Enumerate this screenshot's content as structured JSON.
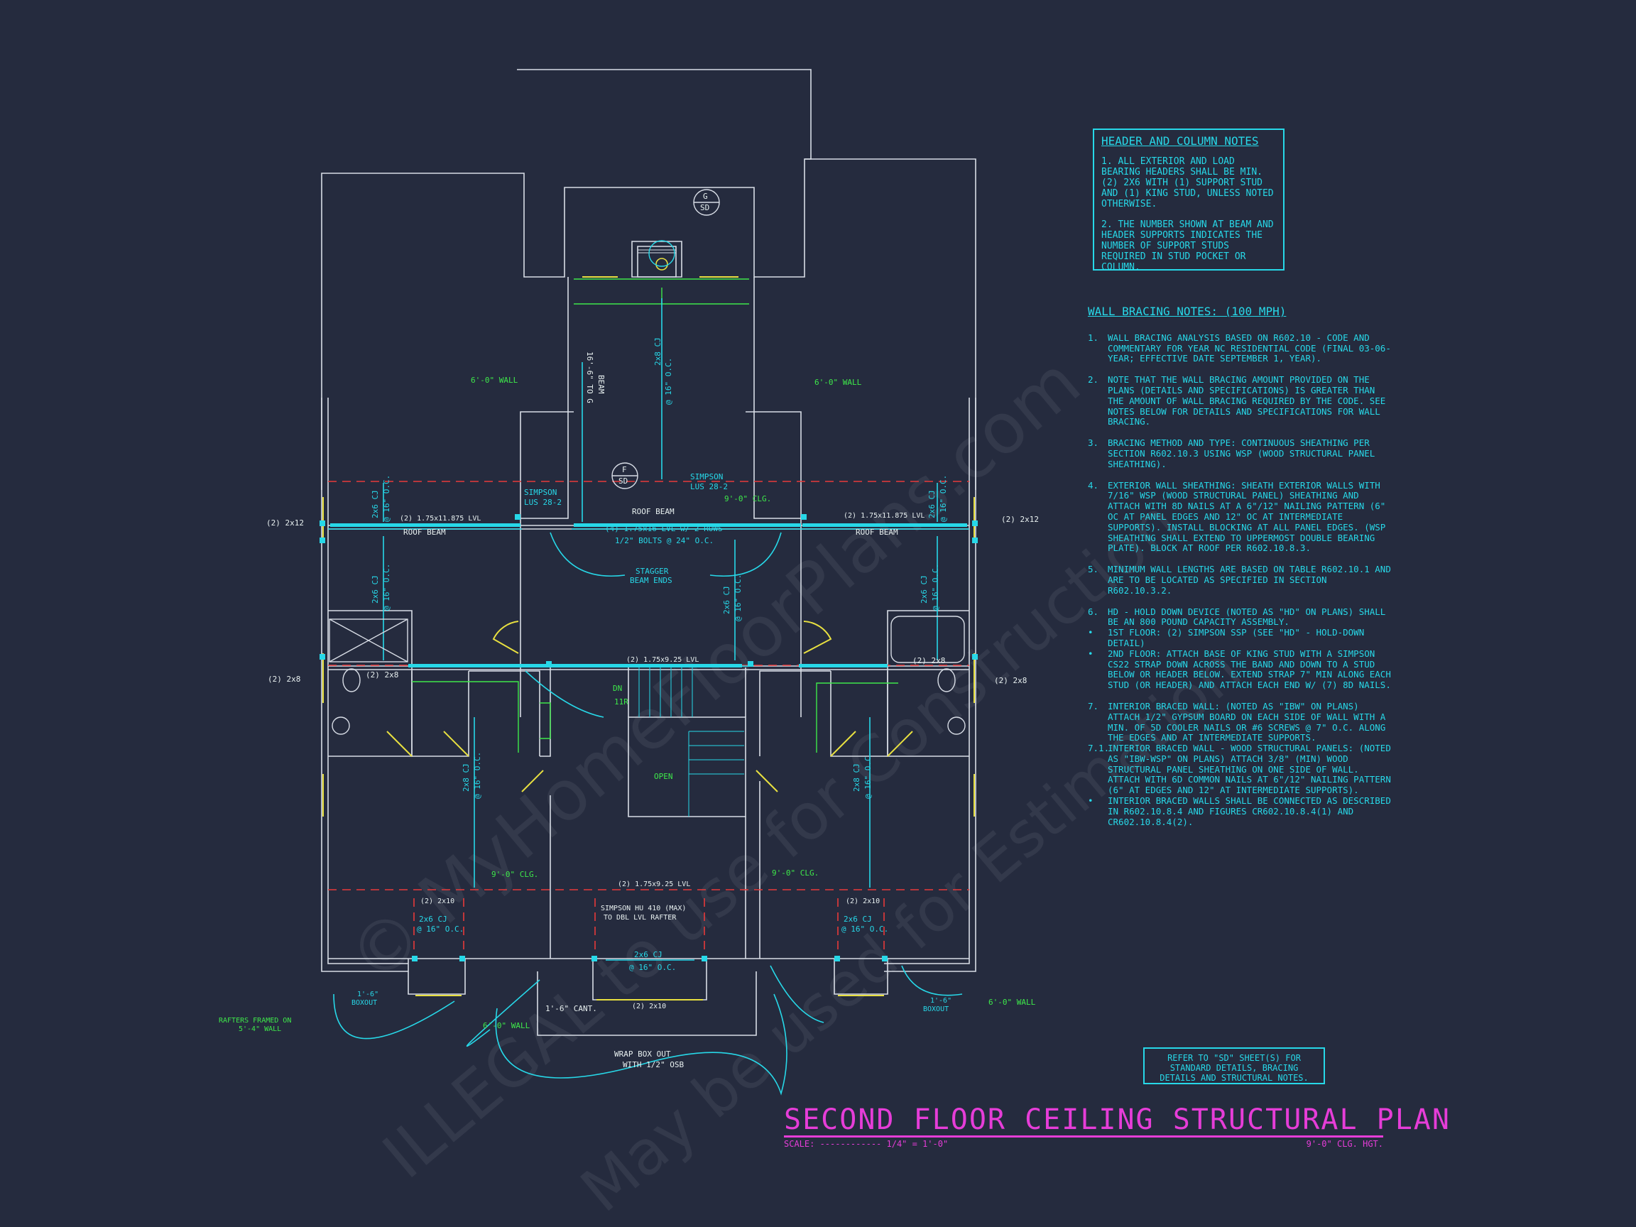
{
  "watermarks": {
    "line1": "© MyHomeFloorPlans.com",
    "line2": "ILLEGAL to use for Construction",
    "line3": "May be used for Estimation"
  },
  "header_notes": {
    "title": "HEADER AND COLUMN NOTES",
    "items": [
      "1. ALL EXTERIOR AND LOAD BEARING HEADERS SHALL BE MIN. (2) 2x6 WITH (1) SUPPORT STUD AND (1) KING STUD, UNLESS NOTED OTHERWISE.",
      "2. THE NUMBER SHOWN AT BEAM AND HEADER SUPPORTS INDICATES THE NUMBER OF SUPPORT STUDS REQUIRED IN STUD POCKET OR COLUMN."
    ]
  },
  "bracing_notes": {
    "title": "WALL BRACING NOTES: (100 MPH)",
    "items": [
      {
        "num": "1.",
        "text": "WALL BRACING ANALYSIS BASED ON R602.10 - CODE AND COMMENTARY FOR YEAR NC RESIDENTIAL CODE (FINAL 03-06-YEAR; EFFECTIVE DATE SEPTEMBER 1, YEAR)."
      },
      {
        "num": "2.",
        "text": "NOTE THAT THE WALL BRACING AMOUNT PROVIDED ON THE PLANS (DETAILS AND SPECIFICATIONS) IS GREATER THAN THE AMOUNT OF WALL BRACING REQUIRED BY THE CODE. SEE NOTES BELOW FOR DETAILS AND SPECIFICATIONS FOR WALL BRACING."
      },
      {
        "num": "3.",
        "text": "BRACING METHOD AND TYPE: CONTINUOUS SHEATHING PER SECTION R602.10.3 USING WSP (WOOD STRUCTURAL PANEL SHEATHING)."
      },
      {
        "num": "4.",
        "text": "EXTERIOR WALL SHEATHING: SHEATH EXTERIOR WALLS WITH 7/16\" WSP (WOOD STRUCTURAL PANEL) SHEATHING AND ATTACH WITH 8d NAILS AT A 6\"/12\" NAILING PATTERN (6\" OC AT PANEL EDGES AND 12\" OC AT INTERMEDIATE SUPPORTS). INSTALL BLOCKING AT ALL PANEL EDGES. (WSP SHEATHING SHALL EXTEND TO UPPERMOST DOUBLE BEARING PLATE). BLOCK AT ROOF PER R602.10.8.3."
      },
      {
        "num": "5.",
        "text": "MINIMUM WALL LENGTHS ARE BASED ON TABLE R602.10.1 AND ARE TO BE LOCATED AS SPECIFIED IN SECTION R602.10.3.2."
      },
      {
        "num": "6.",
        "text": "HD - HOLD DOWN DEVICE (NOTED AS \"HD\" ON PLANS) SHALL BE AN 800 POUND CAPACITY ASSEMBLY."
      },
      {
        "num": "•",
        "text": "1ST FLOOR: (2) SIMPSON SSP (SEE \"HD\" - HOLD-DOWN DETAIL)"
      },
      {
        "num": "•",
        "text": "2ND FLOOR: ATTACH BASE OF KING STUD WITH A SIMPSON CS22 STRAP DOWN ACROSS THE BAND AND DOWN TO A STUD BELOW OR HEADER BELOW. EXTEND STRAP 7\" MIN ALONG EACH STUD (OR HEADER) AND ATTACH EACH END W/ (7) 8d NAILS."
      },
      {
        "num": "7.",
        "text": "INTERIOR BRACED WALL: (NOTED AS \"IBW\" ON PLANS) ATTACH 1/2\" GYPSUM BOARD ON EACH SIDE OF WALL WITH A MIN. OF 5d COOLER NAILS OR #6 SCREWS @ 7\" O.C. ALONG THE EDGES AND AT INTERMEDIATE SUPPORTS."
      },
      {
        "num": "7.1.",
        "text": "INTERIOR BRACED WALL - WOOD STRUCTURAL PANELS: (NOTED AS \"IBW-WSP\" ON PLANS) ATTACH 3/8\" (MIN) WOOD STRUCTURAL PANEL SHEATHING ON ONE SIDE OF WALL. ATTACH WITH 6d COMMON NAILS AT 6\"/12\" NAILING PATTERN (6\" AT EDGES AND 12\" AT INTERMEDIATE SUPPORTS)."
      },
      {
        "num": "•",
        "text": "INTERIOR BRACED WALLS SHALL BE CONNECTED AS DESCRIBED IN R602.10.8.4 AND FIGURES CR602.10.8.4(1) AND CR602.10.8.4(2)."
      }
    ]
  },
  "refer_note": "REFER TO \"SD\" SHEET(S) FOR STANDARD DETAILS, BRACING DETAILS AND STRUCTURAL NOTES.",
  "title_block": {
    "title": "SECOND FLOOR CEILING STRUCTURAL PLAN",
    "scale": "SCALE: ------------ 1/4\" = 1'-0\"",
    "height": "9'-0\" CLG. HGT."
  },
  "plan_labels": {
    "six_wall": "6'-0\" WALL",
    "nine_clg": "9'-0\" CLG.",
    "roof_beam": "ROOF BEAM",
    "beam_lvl": "(2) 1.75x11.875 LVL",
    "lvl_925": "(2) 1.75x9.25 LVL",
    "two_2x12": "(2) 2x12",
    "two_2x8": "(2) 2x8",
    "two_2x10": "(2) 2x10",
    "cj_2x8": "2x8 CJ",
    "cj_2x6": "2x6 CJ",
    "oc16": "@ 16\" O.C.",
    "simpson_lus": "SIMPSON",
    "simpson_lus2": "LUS 28-2",
    "lvl_4": "(4) 1.75x16 LVL w/ 2 ROWS",
    "bolts": "1/2\" BOLTS @ 24\" O.C.",
    "stagger1": "STAGGER",
    "stagger2": "BEAM ENDS",
    "beam_16": "16'-6\" TO G",
    "beam_word": "BEAM",
    "dn": "DN",
    "dn2": "11R",
    "open": "OPEN",
    "simpson_hu1": "SIMPSON HU 410 (MAX)",
    "simpson_hu2": "TO DBL LVL RAFTER",
    "boxout1": "1'-6\"",
    "boxout2": "BOXOUT",
    "cant": "1'-6\" CANT.",
    "rafters1": "RAFTERS FRAMED ON",
    "rafters2": "5'-4\" WALL",
    "wrap1": "WRAP BOX OUT",
    "wrap2": "WITH 1/2\" OSB",
    "g": "G",
    "f": "F",
    "sd": "SD"
  }
}
